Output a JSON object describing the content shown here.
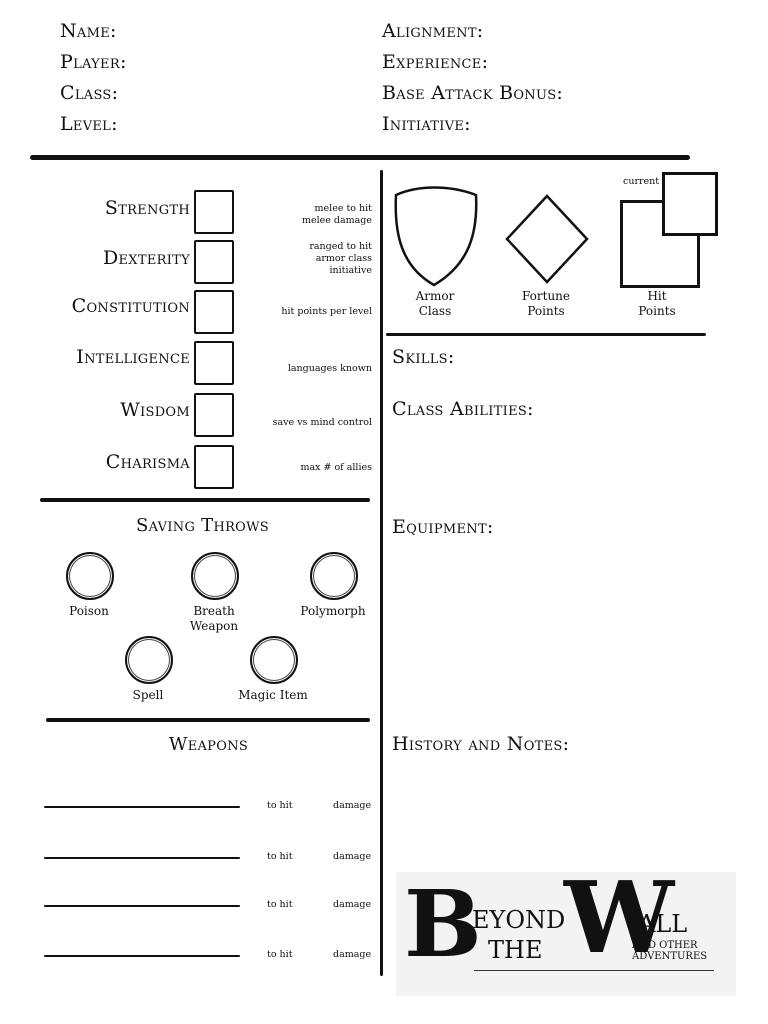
{
  "header": {
    "left": [
      "Name:",
      "Player:",
      "Class:",
      "Level:"
    ],
    "right": [
      "Alignment:",
      "Experience:",
      "Base Attack Bonus:",
      "Initiative:"
    ]
  },
  "stats": [
    {
      "name": "Strength",
      "note": "melee to hit\nmelee damage"
    },
    {
      "name": "Dexterity",
      "note": "ranged to hit\narmor class\ninitiative"
    },
    {
      "name": "Constitution",
      "note": "hit points per level"
    },
    {
      "name": "Intelligence",
      "note": "languages known"
    },
    {
      "name": "Wisdom",
      "note": "save vs mind control"
    },
    {
      "name": "Charisma",
      "note": "max # of allies"
    }
  ],
  "defense": {
    "armor_label": "Armor\nClass",
    "fortune_label": "Fortune\nPoints",
    "hp_label": "Hit\nPoints",
    "current_label": "current"
  },
  "saving_throws": {
    "title": "Saving Throws",
    "items": [
      "Poison",
      "Breath\nWeapon",
      "Polymorph",
      "Spell",
      "Magic Item"
    ]
  },
  "weapons": {
    "title": "Weapons",
    "to_hit_label": "to hit",
    "damage_label": "damage",
    "rows": 4
  },
  "right_sections": {
    "skills": "Skills:",
    "class_abilities": "Class Abilities:",
    "equipment": "Equipment:",
    "history": "History and Notes:"
  },
  "logo": {
    "big_b": "B",
    "eyond": "EYOND",
    "the": "THE",
    "big_w": "W",
    "all": "ALL",
    "and_other": "AND OTHER",
    "adventures": "ADVENTURES"
  }
}
